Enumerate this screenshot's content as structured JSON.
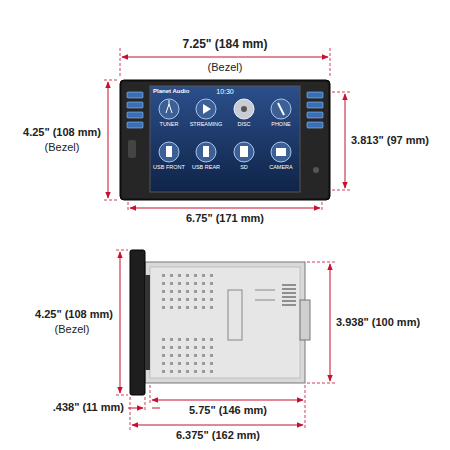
{
  "diagram": {
    "labels": [
      "7.25\" (184 mm)",
      "(Bezel)",
      "4.25\" (108 mm)",
      "(Bezel)",
      "Planet Audio",
      "10:30",
      "TUNER",
      "STREAMING",
      "DISC",
      "PHONE",
      "USB FRONT",
      "USB REAR",
      "SD",
      "CAMERA",
      "3.813\" (97 mm)",
      "6.75\" (171 mm)",
      "4.25\" (108 mm)",
      "(Bezel)",
      "3.938\" (100 mm)",
      ".438\" (11 mm)",
      "5.75\" (146 mm)",
      "6.375\" (162 mm)"
    ]
  }
}
